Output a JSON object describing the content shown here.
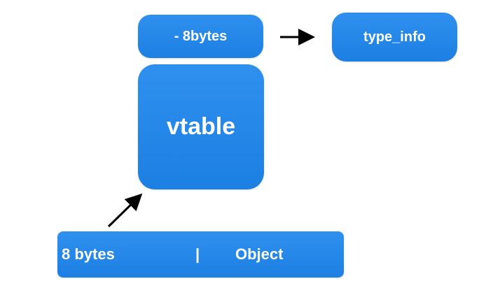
{
  "offset_box": {
    "label": "- 8bytes"
  },
  "type_info_box": {
    "label": "type_info"
  },
  "vtable_box": {
    "label": "vtable"
  },
  "object_box": {
    "left_label": "8 bytes",
    "divider": "|",
    "right_label": "Object"
  },
  "colors": {
    "box_fill": "#2186e8",
    "text": "#ffffff",
    "arrow": "#000000"
  }
}
